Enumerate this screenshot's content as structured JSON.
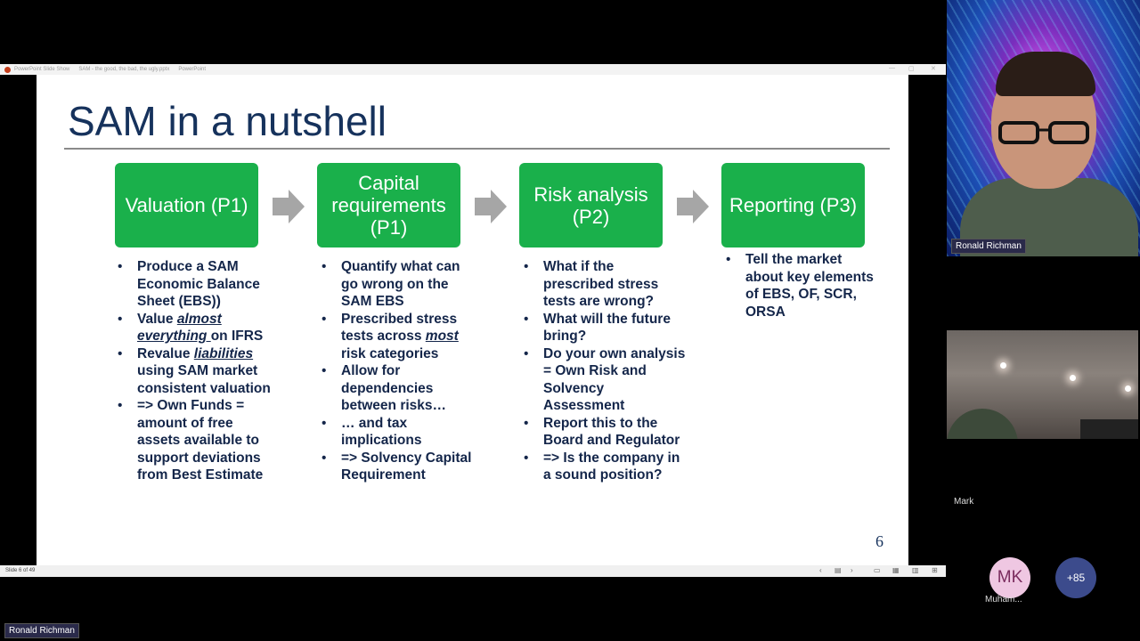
{
  "window": {
    "app_title": "PowerPoint Slide Show",
    "doc_title": "SAM - the good, the bad, the ugly.pptx",
    "app_name": "PowerPoint",
    "slide_indicator": "Slide 6 of 49"
  },
  "slide": {
    "title": "SAM in a nutshell",
    "page_number": "6",
    "boxes": [
      {
        "label": "Valuation (P1)"
      },
      {
        "label": "Capital requirements (P1)"
      },
      {
        "label": "Risk analysis (P2)"
      },
      {
        "label": "Reporting (P3)"
      }
    ],
    "columns": [
      {
        "bullets": [
          [
            "Produce a SAM Economic Balance Sheet (EBS))"
          ],
          [
            "Value ",
            "*almost everything ",
            "on IFRS"
          ],
          [
            "Revalue ",
            "*liabilities",
            " using SAM market consistent valuation"
          ],
          [
            "=> Own Funds = amount of free assets available to support deviations from Best Estimate"
          ]
        ]
      },
      {
        "bullets": [
          [
            "Quantify what can go wrong on the SAM EBS"
          ],
          [
            "Prescribed stress tests across ",
            "*most",
            " risk categories"
          ],
          [
            "Allow for dependencies between risks…"
          ],
          [
            "… and tax implications"
          ],
          [
            "=> Solvency Capital Requirement"
          ]
        ]
      },
      {
        "bullets": [
          [
            "What if the prescribed stress tests are wrong?"
          ],
          [
            "What will the future bring?"
          ],
          [
            "Do your own analysis = Own Risk and Solvency Assessment"
          ],
          [
            "Report this to the Board and Regulator"
          ],
          [
            "=> Is the company in a sound position?"
          ]
        ]
      },
      {
        "bullets": [
          [
            "Tell the market about key elements of EBS, OF, SCR, ORSA"
          ]
        ]
      }
    ],
    "colors": {
      "box_green": "#1ab04b",
      "title_navy": "#16325c",
      "arrow_gray": "#a6a6a6"
    }
  },
  "participants": {
    "main_speaker": "Ronald Richman",
    "second_tile": "Mark",
    "avatar_initials": "MK",
    "avatar_name": "Muham...",
    "more_count": "+85",
    "bottom_label": "Ronald Richman"
  }
}
